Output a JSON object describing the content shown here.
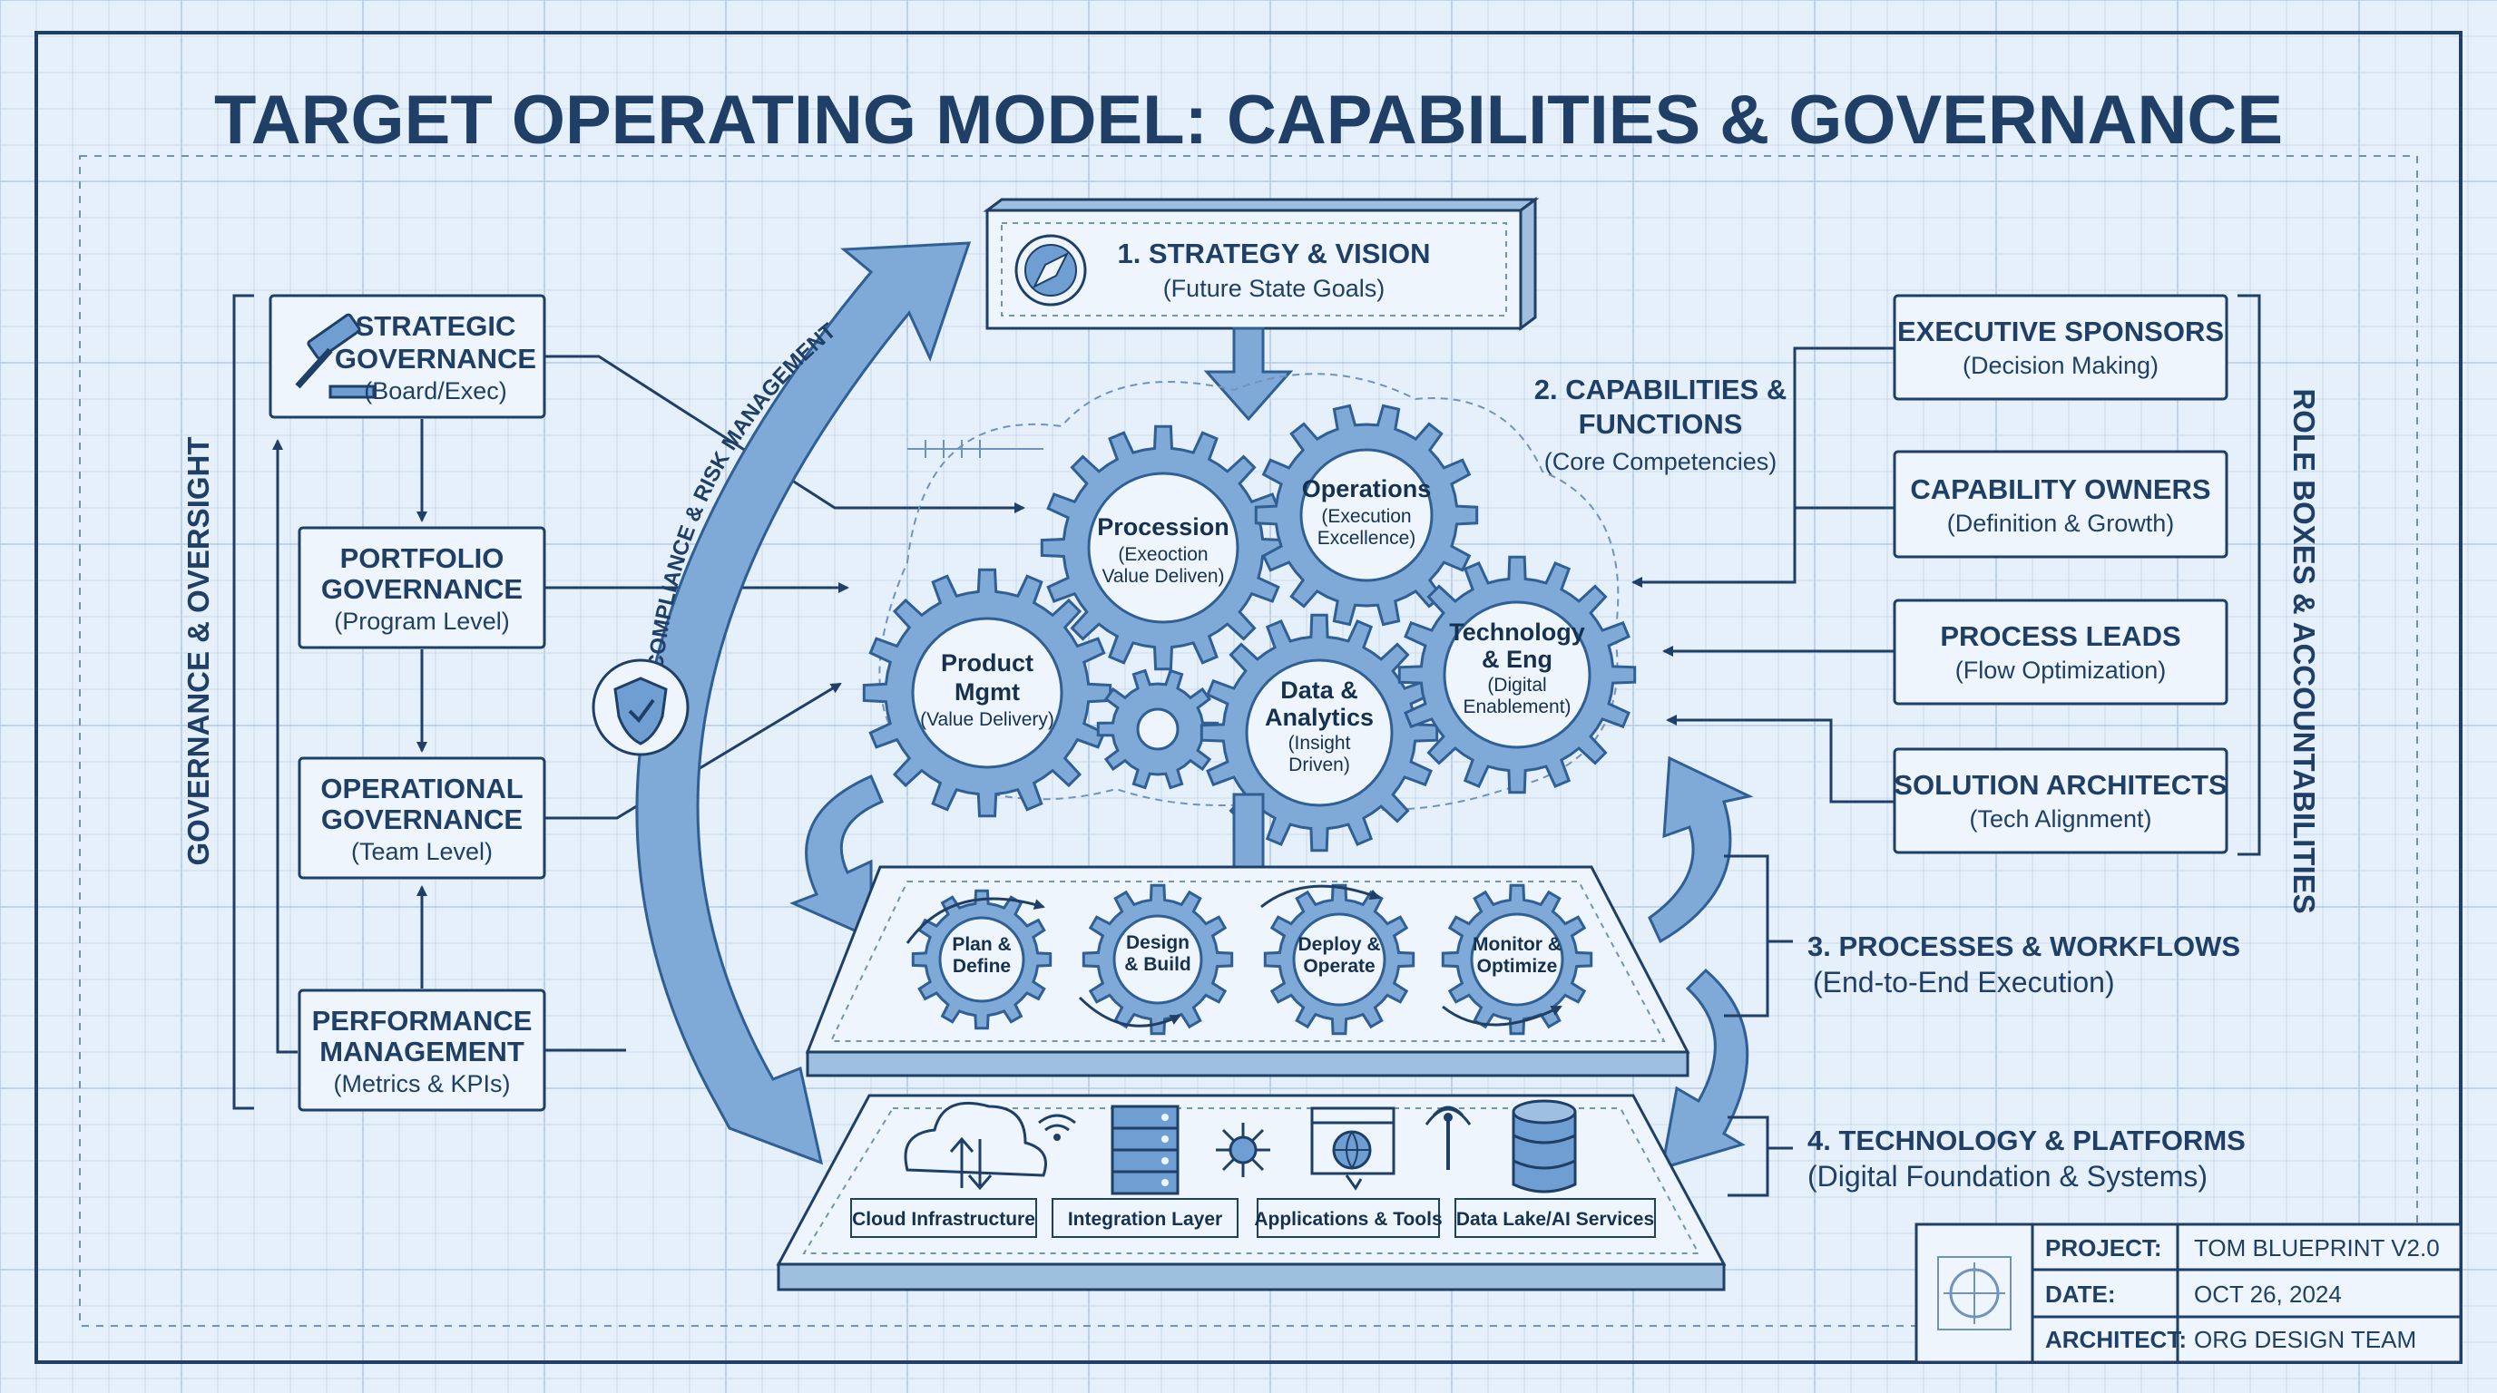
{
  "title": "TARGET OPERATING MODEL: CAPABILITIES & GOVERNANCE",
  "strategy": {
    "title": "1. STRATEGY & VISION",
    "subtitle": "(Future State Goals)"
  },
  "capabilities": {
    "title_line1": "2. CAPABILITIES &",
    "title_line2": "FUNCTIONS",
    "subtitle": "(Core Competencies)"
  },
  "processes": {
    "title": "3. PROCESSES & WORKFLOWS",
    "subtitle": "(End-to-End Execution)"
  },
  "technology": {
    "title": "4. TECHNOLOGY & PLATFORMS",
    "subtitle": "(Digital Foundation & Systems)"
  },
  "governance": {
    "side_label": "GOVERNANCE & OVERSIGHT",
    "boxes": [
      {
        "line1": "STRATEGIC",
        "line2": "GOVERNANCE",
        "sub": "(Board/Exec)"
      },
      {
        "line1": "PORTFOLIO",
        "line2": "GOVERNANCE",
        "sub": "(Program Level)"
      },
      {
        "line1": "OPERATIONAL",
        "line2": "GOVERNANCE",
        "sub": "(Team Level)"
      },
      {
        "line1": "PERFORMANCE",
        "line2": "MANAGEMENT",
        "sub": "(Metrics & KPIs)"
      }
    ]
  },
  "compliance_label": "COMPLIANCE & RISK MANAGEMENT",
  "gears": [
    {
      "line1": "Procession",
      "line2": "(Exeoction",
      "line3": "Value Deliven)"
    },
    {
      "line1": "Operations",
      "line2": "(Execution",
      "line3": "Excellence)"
    },
    {
      "line1": "Product",
      "line2": "Mgmt",
      "line3": "(Value Delivery)"
    },
    {
      "line1": "Data &",
      "line2": "Analytics",
      "line3": "(Insight",
      "line4": "Driven)"
    },
    {
      "line1": "Technology",
      "line2": "& Eng",
      "line3": "(Digital",
      "line4": "Enablement)"
    }
  ],
  "process_steps": [
    {
      "line1": "Plan &",
      "line2": "Define"
    },
    {
      "line1": "Design",
      "line2": "& Build"
    },
    {
      "line1": "Deploy &",
      "line2": "Operate"
    },
    {
      "line1": "Monitor &",
      "line2": "Optimize"
    }
  ],
  "platforms": [
    "Cloud Infrastructure",
    "Integration Layer",
    "Applications & Tools",
    "Data Lake/AI Services"
  ],
  "roles": {
    "side_label": "ROLE BOXES & ACCOUNTABILITIES",
    "boxes": [
      {
        "title": "EXECUTIVE SPONSORS",
        "sub": "(Decision Making)"
      },
      {
        "title": "CAPABILITY OWNERS",
        "sub": "(Definition & Growth)"
      },
      {
        "title": "PROCESS LEADS",
        "sub": "(Flow Optimization)"
      },
      {
        "title": "SOLUTION ARCHITECTS",
        "sub": "(Tech Alignment)"
      }
    ]
  },
  "title_block": {
    "project_label": "PROJECT:",
    "project_value": "TOM BLUEPRINT V2.0",
    "date_label": "DATE:",
    "date_value": "OCT 26, 2024",
    "architect_label": "ARCHITECT:",
    "architect_value": "ORG DESIGN TEAM"
  },
  "colors": {
    "ink": "#1f3f66",
    "gear_fill": "#7fa9d6",
    "paper": "#e6f0fa"
  }
}
